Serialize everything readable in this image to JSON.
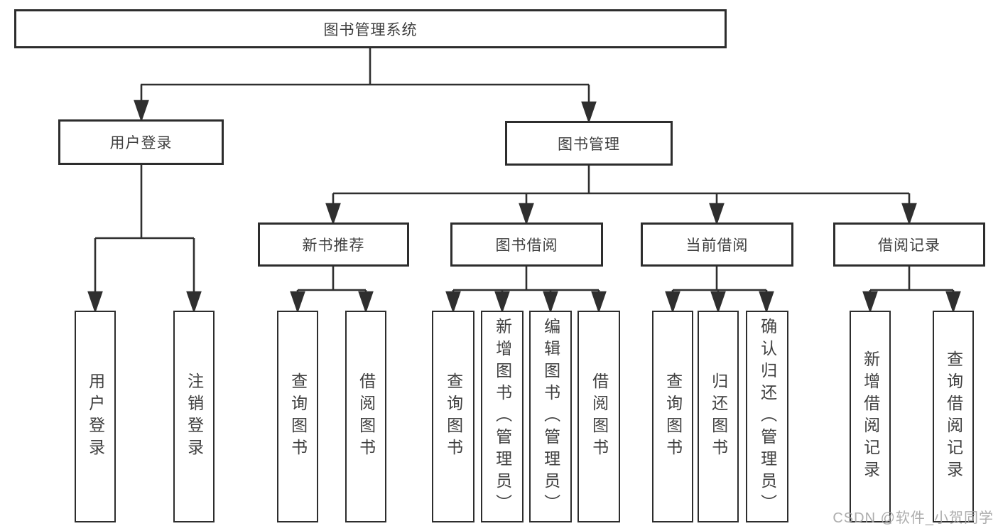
{
  "tree": {
    "label": "图书管理系统",
    "children": [
      {
        "label": "用户登录",
        "children": [
          {
            "label": "用户登录"
          },
          {
            "label": "注销登录"
          }
        ]
      },
      {
        "label": "图书管理",
        "children": [
          {
            "label": "新书推荐",
            "children": [
              {
                "label": "查询图书"
              },
              {
                "label": "借阅图书"
              }
            ]
          },
          {
            "label": "图书借阅",
            "children": [
              {
                "label": "查询图书"
              },
              {
                "label": "新增图书（管理员）"
              },
              {
                "label": "编辑图书（管理员）"
              },
              {
                "label": "借阅图书"
              }
            ]
          },
          {
            "label": "当前借阅",
            "children": [
              {
                "label": "查询图书"
              },
              {
                "label": "归还图书"
              },
              {
                "label": "确认归还（管理员）"
              }
            ]
          },
          {
            "label": "借阅记录",
            "children": [
              {
                "label": "新增借阅记录"
              },
              {
                "label": "查询借阅记录"
              }
            ]
          }
        ]
      }
    ]
  },
  "watermark": "CSDN @软件_小贺同学",
  "colors": {
    "line": "#2f2f2f",
    "border": "#2d2d2d",
    "text": "#3f3f3f",
    "watermark": "#a2a2a2"
  }
}
